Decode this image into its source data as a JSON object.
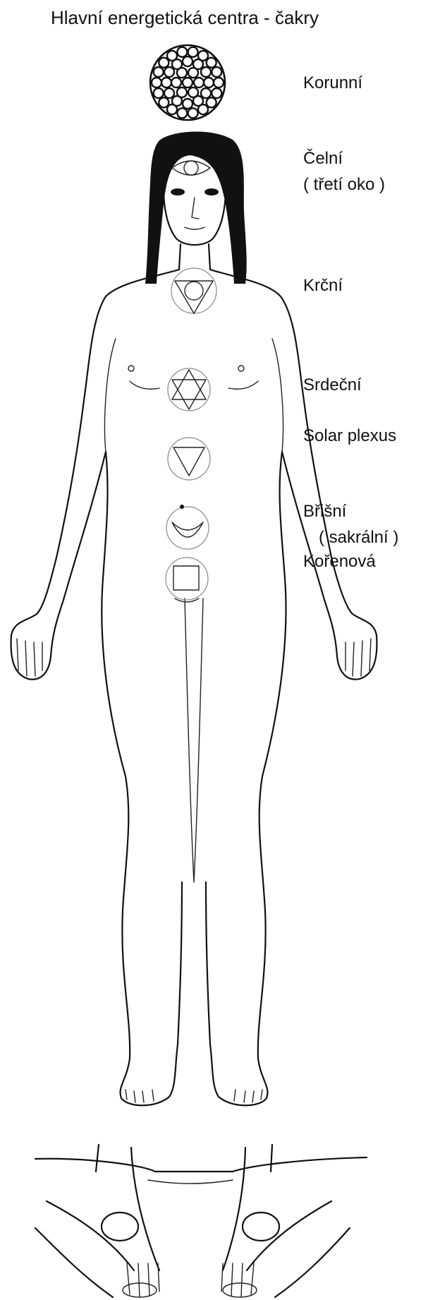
{
  "title": "Hlavní energetická centra - čakry",
  "chakras": [
    {
      "name": "Korunní"
    },
    {
      "name": "Čelní",
      "note": "( třetí oko )"
    },
    {
      "name": "Krční"
    },
    {
      "name": "Srdeční"
    },
    {
      "name": "Solar plexus"
    },
    {
      "name": "Břišní",
      "note": "( sakrální )"
    },
    {
      "name": "Kořenová"
    }
  ],
  "colors": {
    "ink": "#111111",
    "background": "#ffffff"
  }
}
